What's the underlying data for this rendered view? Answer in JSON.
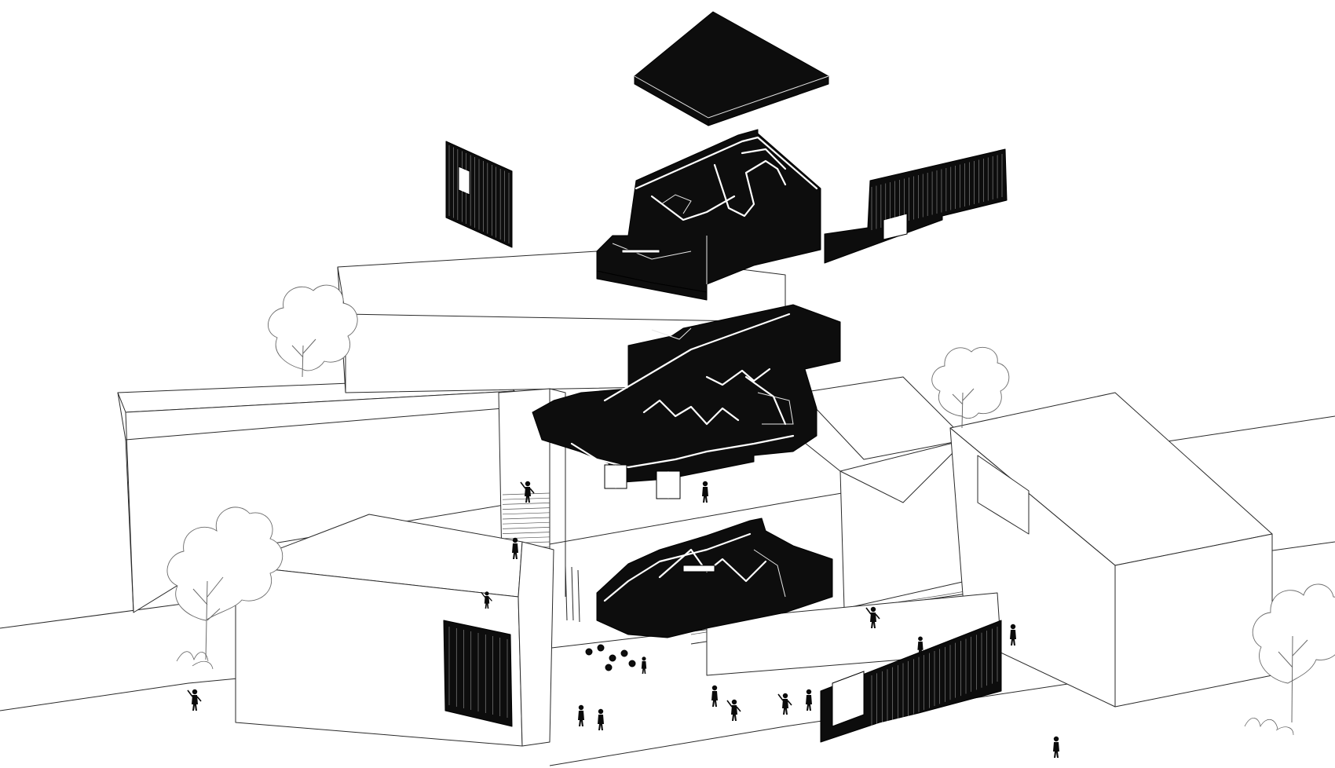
{
  "figure": {
    "kind": "exploded-axonometric-drawing",
    "palette": {
      "background": "#ffffff",
      "linework": "#2a2a2a",
      "solid_mass": "#0d0d0d",
      "vegetation": "#6a6a6a"
    },
    "layers": [
      {
        "id": "roof",
        "name": "roof-slab"
      },
      {
        "id": "top-floor",
        "name": "upper-level-cutaway"
      },
      {
        "id": "mid-floor",
        "name": "middle-level-cutaway"
      },
      {
        "id": "ground-floor",
        "name": "ground-level-cutaway"
      }
    ],
    "facade_panels": [
      {
        "id": "left-wall-panel",
        "has_window": true
      },
      {
        "id": "right-wall-panel",
        "has_window": true
      },
      {
        "id": "front-lower-screen",
        "has_window": false
      },
      {
        "id": "street-facade-screen",
        "has_window": false
      }
    ],
    "context": {
      "trees": 4,
      "people": 16
    }
  }
}
